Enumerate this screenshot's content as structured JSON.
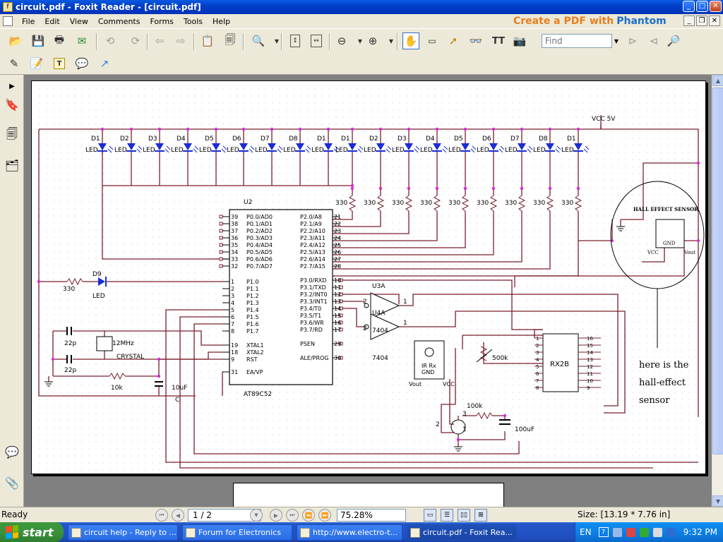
{
  "window": {
    "title": "circuit.pdf - Foxit Reader - [circuit.pdf]"
  },
  "menu": [
    "File",
    "Edit",
    "View",
    "Comments",
    "Forms",
    "Tools",
    "Help"
  ],
  "ad_banner": {
    "part1": "Create a PDF with",
    "part2": "Phantom"
  },
  "search": {
    "placeholder": "Find"
  },
  "schematic": {
    "supply": "VCC 5V",
    "leds_top": [
      "D1",
      "D2",
      "D3",
      "D4",
      "D5",
      "D6",
      "D7",
      "D8",
      "D1",
      "D1",
      "D2",
      "D3",
      "D4",
      "D5",
      "D6",
      "D7",
      "D8",
      "D1"
    ],
    "led_label": "LED",
    "resistor_value": "330",
    "chip": {
      "ref": "U2",
      "part": "AT89C52",
      "left_pins": [
        {
          "num": "39",
          "name": "P0.0/AD0"
        },
        {
          "num": "38",
          "name": "P0.1/AD1"
        },
        {
          "num": "37",
          "name": "P0.2/AD2"
        },
        {
          "num": "36",
          "name": "P0.3/AD3"
        },
        {
          "num": "35",
          "name": "P0.4/AD4"
        },
        {
          "num": "34",
          "name": "P0.5/AD5"
        },
        {
          "num": "33",
          "name": "P0.6/AD6"
        },
        {
          "num": "32",
          "name": "P0.7/AD7"
        },
        {
          "num": "1",
          "name": "P1.0"
        },
        {
          "num": "2",
          "name": "P1.1"
        },
        {
          "num": "3",
          "name": "P1.2"
        },
        {
          "num": "4",
          "name": "P1.3"
        },
        {
          "num": "5",
          "name": "P1.4"
        },
        {
          "num": "6",
          "name": "P1.5"
        },
        {
          "num": "7",
          "name": "P1.6"
        },
        {
          "num": "8",
          "name": "P1.7"
        },
        {
          "num": "19",
          "name": "XTAL1"
        },
        {
          "num": "18",
          "name": "XTAL2"
        },
        {
          "num": "9",
          "name": "RST"
        },
        {
          "num": "31",
          "name": "EA/VP"
        }
      ],
      "right_pins": [
        {
          "num": "21",
          "name": "P2.0/A8"
        },
        {
          "num": "22",
          "name": "P2.1/A9"
        },
        {
          "num": "23",
          "name": "P2.2/A10"
        },
        {
          "num": "24",
          "name": "P2.3/A11"
        },
        {
          "num": "25",
          "name": "P2.4/A12"
        },
        {
          "num": "26",
          "name": "P2.5/A13"
        },
        {
          "num": "27",
          "name": "P2.6/A14"
        },
        {
          "num": "28",
          "name": "P2.7/A15"
        },
        {
          "num": "10",
          "name": "P3.0/RXD"
        },
        {
          "num": "11",
          "name": "P3.1/TXD"
        },
        {
          "num": "12",
          "name": "P3.2/INT0"
        },
        {
          "num": "13",
          "name": "P3.3/INT1"
        },
        {
          "num": "14",
          "name": "P3.4/T0"
        },
        {
          "num": "15",
          "name": "P3.5/T1"
        },
        {
          "num": "16",
          "name": "P3.6/WR"
        },
        {
          "num": "17",
          "name": "P3.7/RD"
        },
        {
          "num": "29",
          "name": "PSEN"
        },
        {
          "num": "30",
          "name": "ALE/PROG"
        }
      ]
    },
    "d9": "D9",
    "d9_label": "LED",
    "d9_res": "330",
    "crystal_freq": "12MHz",
    "crystal_label": "CRYSTAL",
    "cap1": "22p",
    "cap2": "22p",
    "res_10k": "10k",
    "cap_10uf": "10uF",
    "u3a": "U3A",
    "u4a": "U4A",
    "u4a_part": "7404",
    "u3a_part": "7404",
    "ir": {
      "line1": "IR Rx",
      "line2": "GND",
      "vout": "Vout",
      "vcc": "VCC"
    },
    "pot": "500k",
    "rx": {
      "name": "RX2B",
      "left": [
        "1",
        "2",
        "3",
        "4",
        "5",
        "6",
        "7",
        "8"
      ],
      "right": [
        "16",
        "15",
        "14",
        "13",
        "12",
        "11",
        "10",
        "9"
      ]
    },
    "transistor_pins": [
      "3",
      "2",
      "1"
    ],
    "res_100k": "100k",
    "cap_100uf": "100uF",
    "hall": {
      "title": "HALL EFFECT SENSOR",
      "gnd": "GND",
      "vcc": "VCC",
      "vout": "Vout"
    },
    "annotation": [
      "here is the",
      "hall-effect",
      "sensor"
    ],
    "pin_1": "1",
    "pin_2": "2",
    "cap_label_c": "C"
  },
  "status": {
    "ready": "Ready",
    "page": "1 / 2",
    "zoom": "75.28%",
    "size": "Size: [13.19 * 7.76 in]"
  },
  "taskbar": {
    "start": "start",
    "buttons": [
      "circuit help - Reply to ...",
      "Forum for Electronics",
      "http://www.electro-t...",
      "circuit.pdf - Foxit Rea..."
    ],
    "lang": "EN",
    "clock": "9:32 PM"
  },
  "colors": {
    "wire": "#7a1f2e",
    "junction": "#d62ad6",
    "led": "#1a2bd8",
    "taskbar": "#245EDC",
    "title": "#0A5BE0"
  }
}
